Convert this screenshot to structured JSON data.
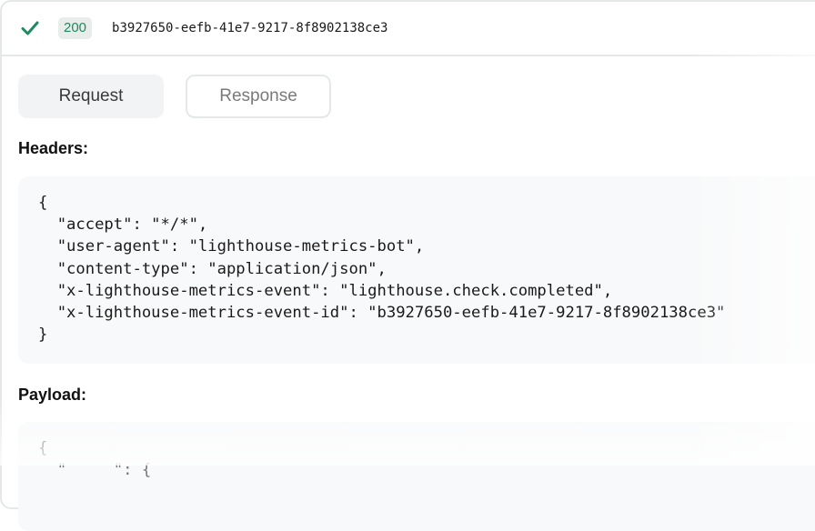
{
  "header": {
    "status_icon": "check-icon",
    "status_code": "200",
    "event_id": "b3927650-eefb-41e7-9217-8f8902138ce3",
    "colors": {
      "success": "#1f8a5f",
      "badge_bg": "#e8eceb",
      "border": "#e4e9e8"
    }
  },
  "tabs": [
    {
      "label": "Request",
      "active": true
    },
    {
      "label": "Response",
      "active": false
    }
  ],
  "headers_section": {
    "title": "Headers:",
    "code": "{\n  \"accept\": \"*/*\",\n  \"user-agent\": \"lighthouse-metrics-bot\",\n  \"content-type\": \"application/json\",\n  \"x-lighthouse-metrics-event\": \"lighthouse.check.completed\",\n  \"x-lighthouse-metrics-event-id\": \"b3927650-eefb-41e7-9217-8f8902138ce3\"\n}"
  },
  "payload_section": {
    "title": "Payload:",
    "code": "{\n  \"     \": {"
  }
}
